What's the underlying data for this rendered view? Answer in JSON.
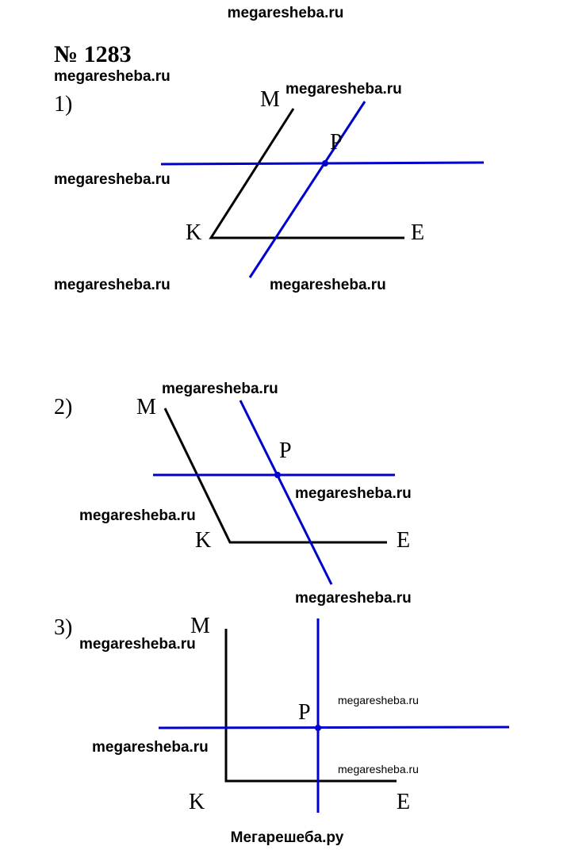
{
  "header": {
    "site": "megaresheba.ru"
  },
  "problem": {
    "number": "№ 1283"
  },
  "footer": {
    "site": "Мегарешеба.ру"
  },
  "watermark": "megaresheba.ru",
  "colors": {
    "line": "#000000",
    "construction": "#0000cc"
  },
  "parts": [
    {
      "label": "1)",
      "points": {
        "M": "M",
        "P": "P",
        "K": "K",
        "E": "E"
      }
    },
    {
      "label": "2)",
      "points": {
        "M": "M",
        "P": "P",
        "K": "K",
        "E": "E"
      }
    },
    {
      "label": "3)",
      "points": {
        "M": "M",
        "P": "P",
        "K": "K",
        "E": "E"
      }
    }
  ]
}
